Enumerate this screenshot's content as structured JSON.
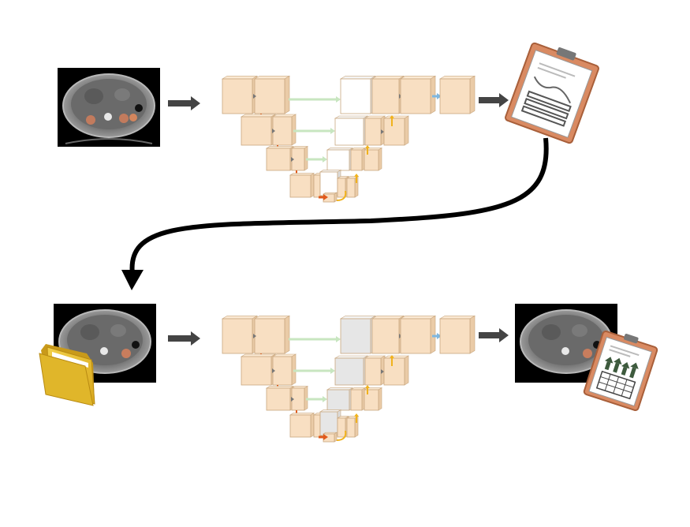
{
  "figure": {
    "type": "pipeline-diagram",
    "rows": [
      {
        "input": "ct-slice",
        "model": "unet",
        "output": "clipboard-curve-report"
      },
      {
        "input": "ct-slice-with-folder",
        "model": "unet",
        "output": "ct-slice-with-clipboard-bar-report"
      }
    ],
    "connector": "curved-arrow-from-row1-output-to-row2-input",
    "colors": {
      "block_fill": "#f8dfc2",
      "block_stroke": "#c9a77f",
      "skip_white": "#ffffff",
      "skip_gray": "#e6e6e6",
      "skip_arrow": "#c8e6c0",
      "down_arrow": "#e05a1c",
      "up_arrow": "#f0b21c",
      "out_arrow": "#7fb7df",
      "flow_arrow": "#444444",
      "clipboard": "#d98a62",
      "folder": "#e8c030",
      "tumor": "#d8805a"
    }
  }
}
